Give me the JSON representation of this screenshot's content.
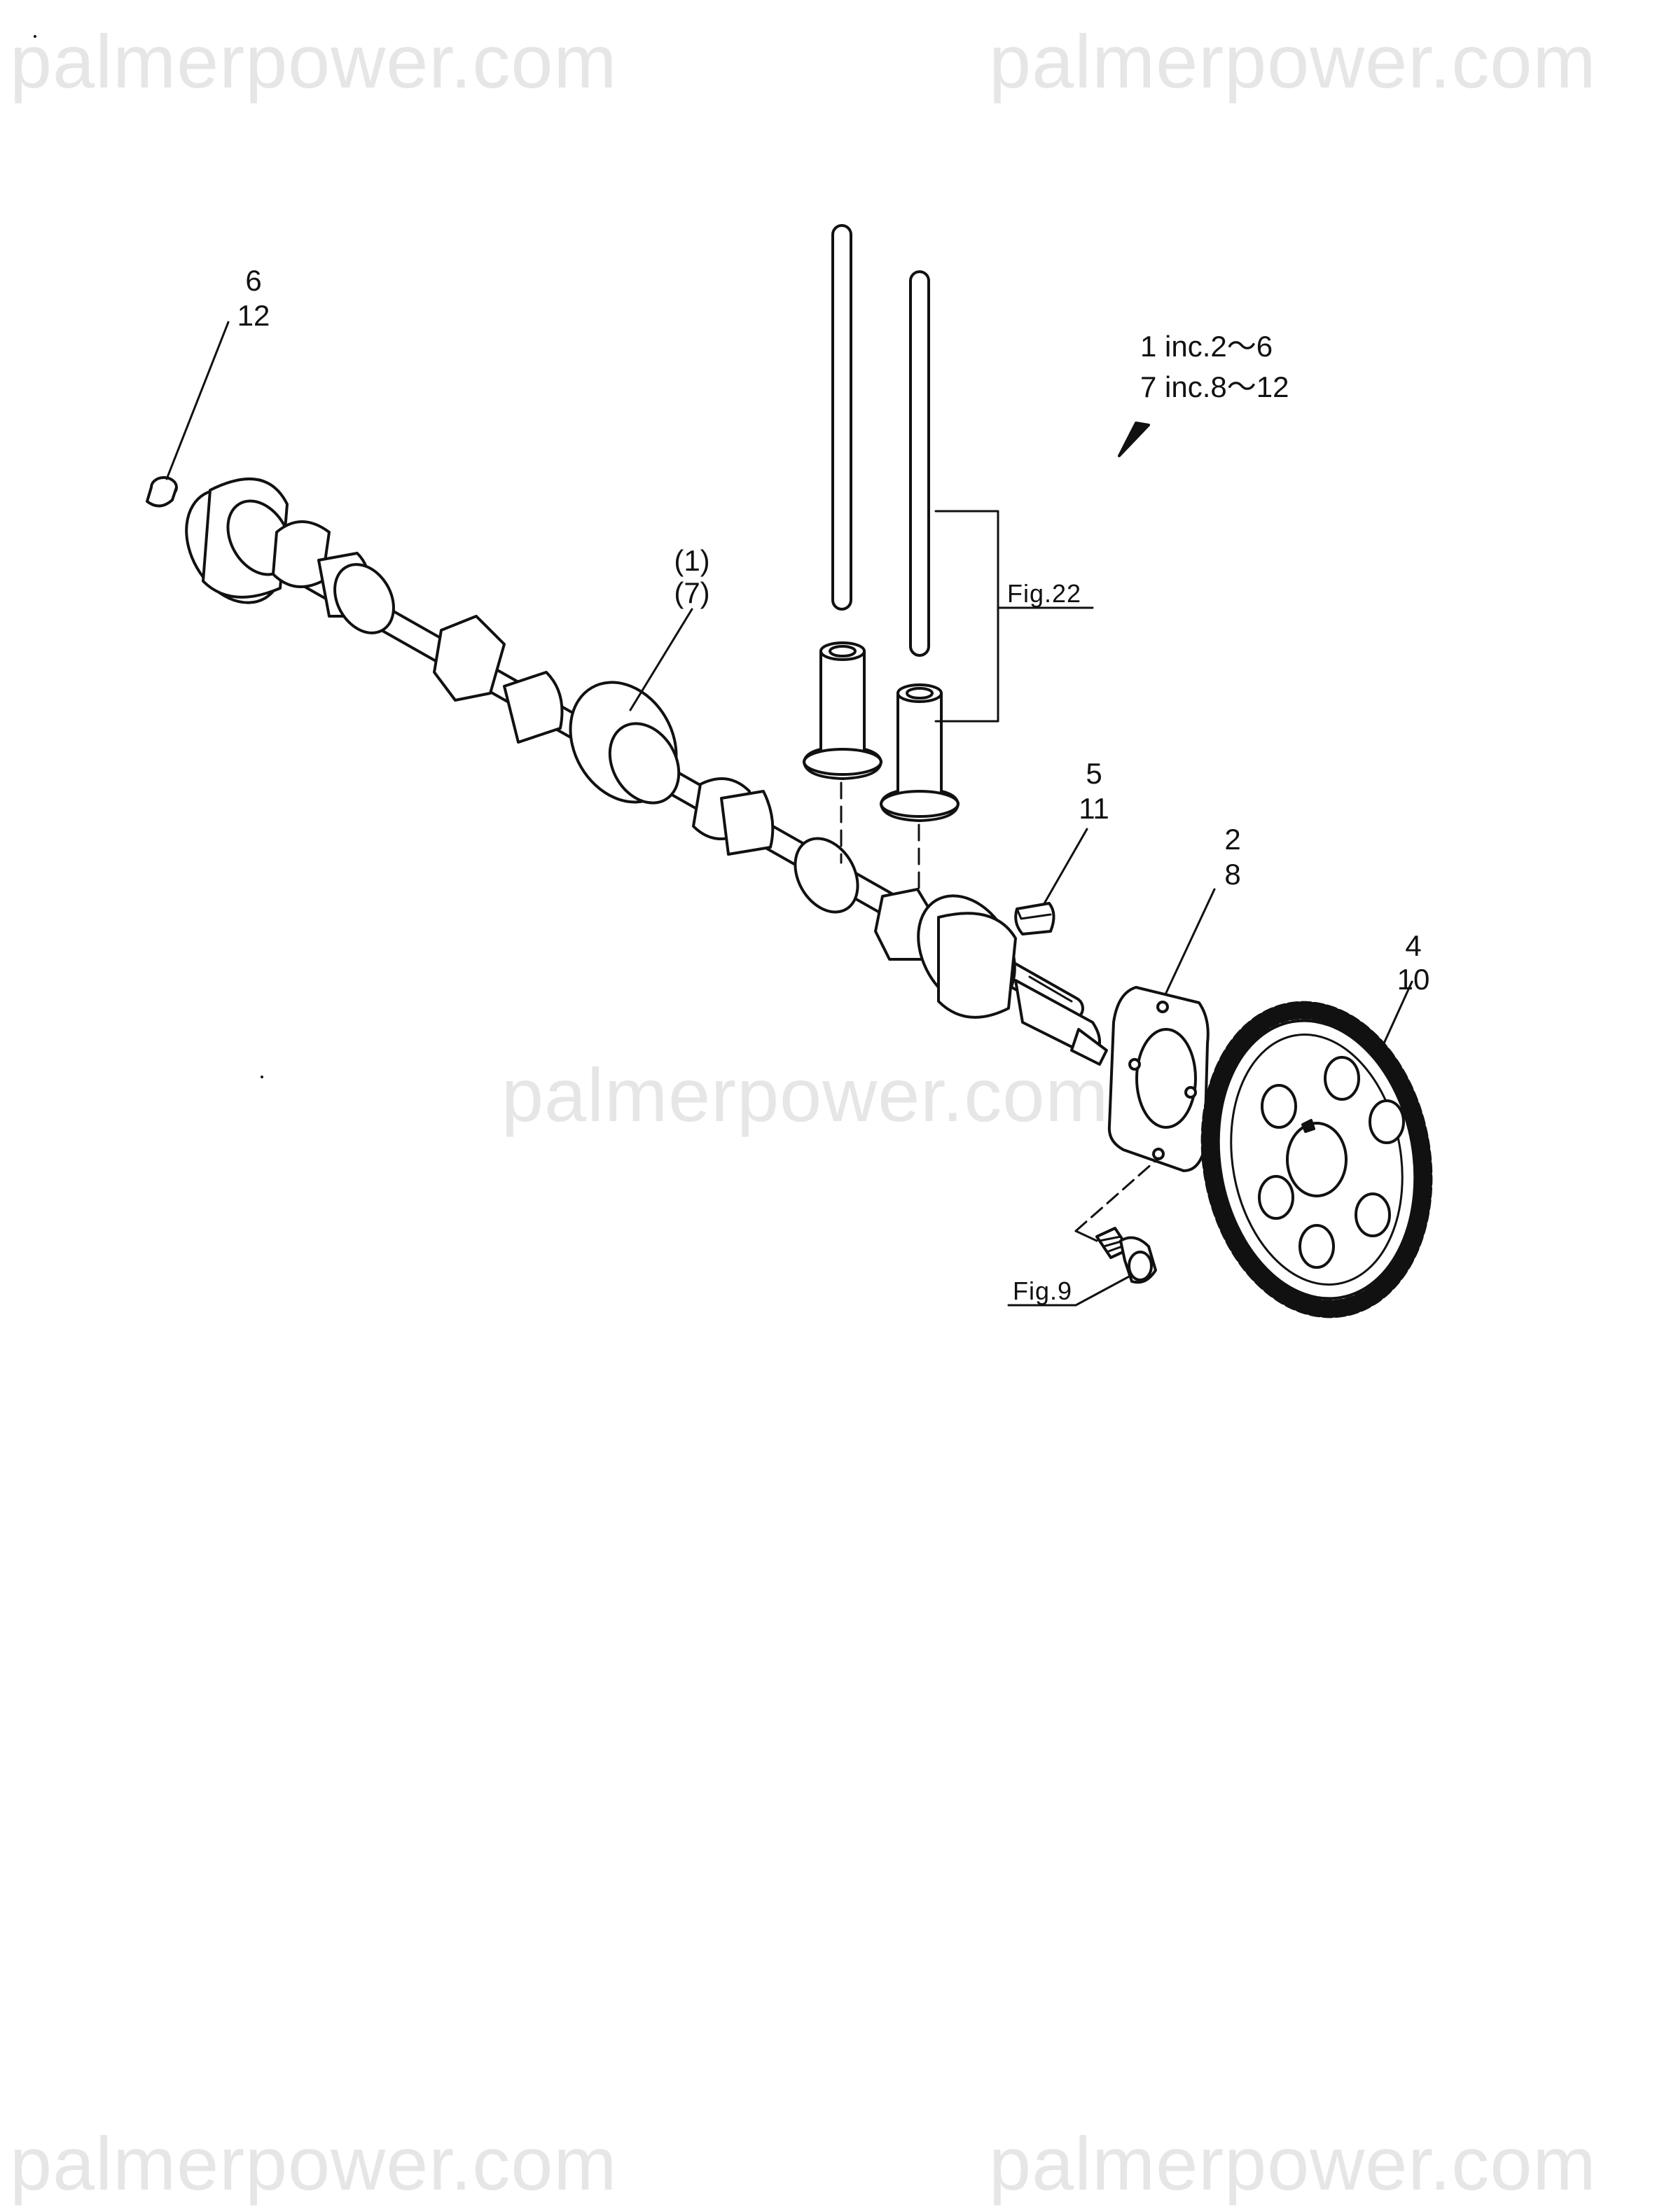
{
  "watermarks": {
    "top_left": "palmerpower.com",
    "top_right": "palmerpower.com",
    "middle": "palmerpower.com",
    "bottom_left": "palmerpower.com",
    "bottom_right": "palmerpower.com"
  },
  "legend": {
    "line1": "1 inc.2～6",
    "line2": "7 inc.8～12"
  },
  "callouts": {
    "pin_a": "6",
    "pin_b": "12",
    "camshaft_a": "(1)",
    "camshaft_b": "(7)",
    "key_a": "5",
    "key_b": "11",
    "plate_a": "2",
    "plate_b": "8",
    "gear_a": "4",
    "gear_b": "10"
  },
  "references": {
    "pushrod_ref": "Fig.22",
    "bolt_ref": "Fig.9"
  },
  "colors": {
    "line": "#111111",
    "watermark": "#e6e6e6",
    "background": "#ffffff"
  }
}
